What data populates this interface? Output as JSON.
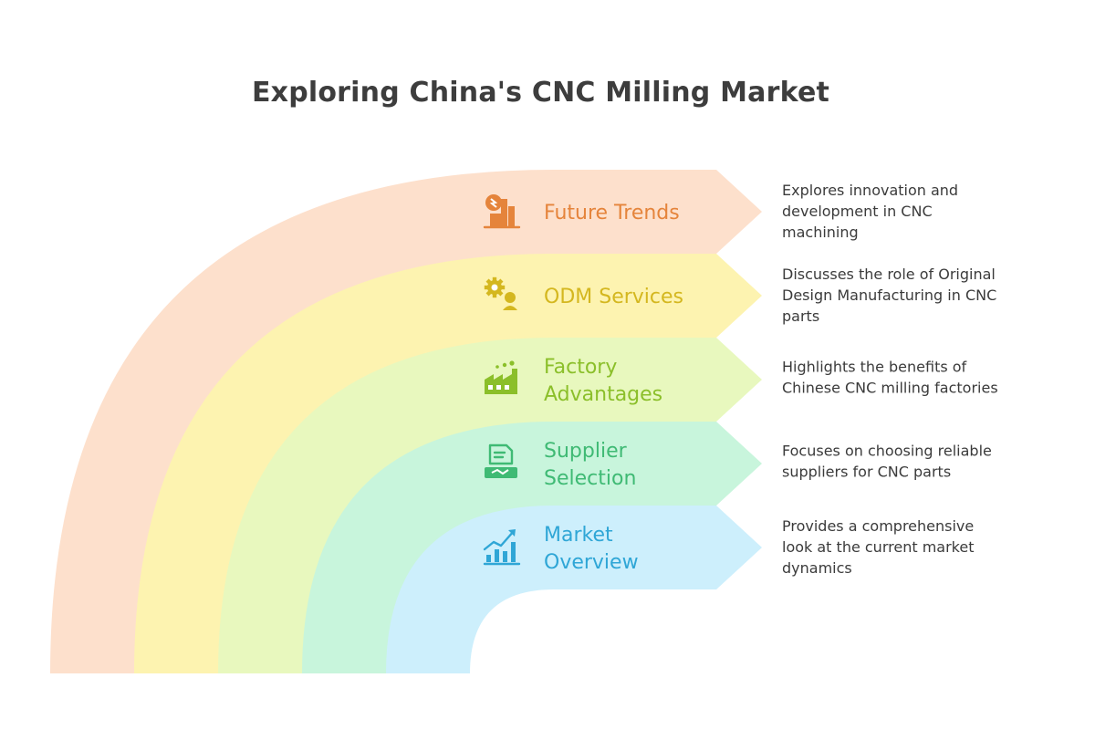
{
  "title": "Exploring China's CNC Milling Market",
  "stages": [
    {
      "id": "future-trends",
      "label_lines": [
        "Future Trends"
      ],
      "description_lines": [
        "Explores innovation and",
        "development in CNC",
        "machining"
      ],
      "icon": "factory-smokestack-icon",
      "band_color": "#fde0cc",
      "accent_color": "#e5843b"
    },
    {
      "id": "odm-services",
      "label_lines": [
        "ODM Services"
      ],
      "description_lines": [
        "Discusses the role of Original",
        "Design Manufacturing in CNC",
        "parts"
      ],
      "icon": "gear-worker-icon",
      "band_color": "#fdf3b0",
      "accent_color": "#d4b71f"
    },
    {
      "id": "factory-advantages",
      "label_lines": [
        "Factory",
        "Advantages"
      ],
      "description_lines": [
        "Highlights the benefits of",
        "Chinese CNC milling factories"
      ],
      "icon": "factory-icon",
      "band_color": "#e8f8be",
      "accent_color": "#8bbf2a"
    },
    {
      "id": "supplier-selection",
      "label_lines": [
        "Supplier",
        "Selection"
      ],
      "description_lines": [
        "Focuses on choosing reliable",
        "suppliers for CNC parts"
      ],
      "icon": "handshake-document-icon",
      "band_color": "#c8f5dc",
      "accent_color": "#3fba74"
    },
    {
      "id": "market-overview",
      "label_lines": [
        "Market",
        "Overview"
      ],
      "description_lines": [
        "Provides a comprehensive",
        "look at the current market",
        "dynamics"
      ],
      "icon": "bar-chart-growth-icon",
      "band_color": "#cdeffc",
      "accent_color": "#2fa6d6"
    }
  ]
}
